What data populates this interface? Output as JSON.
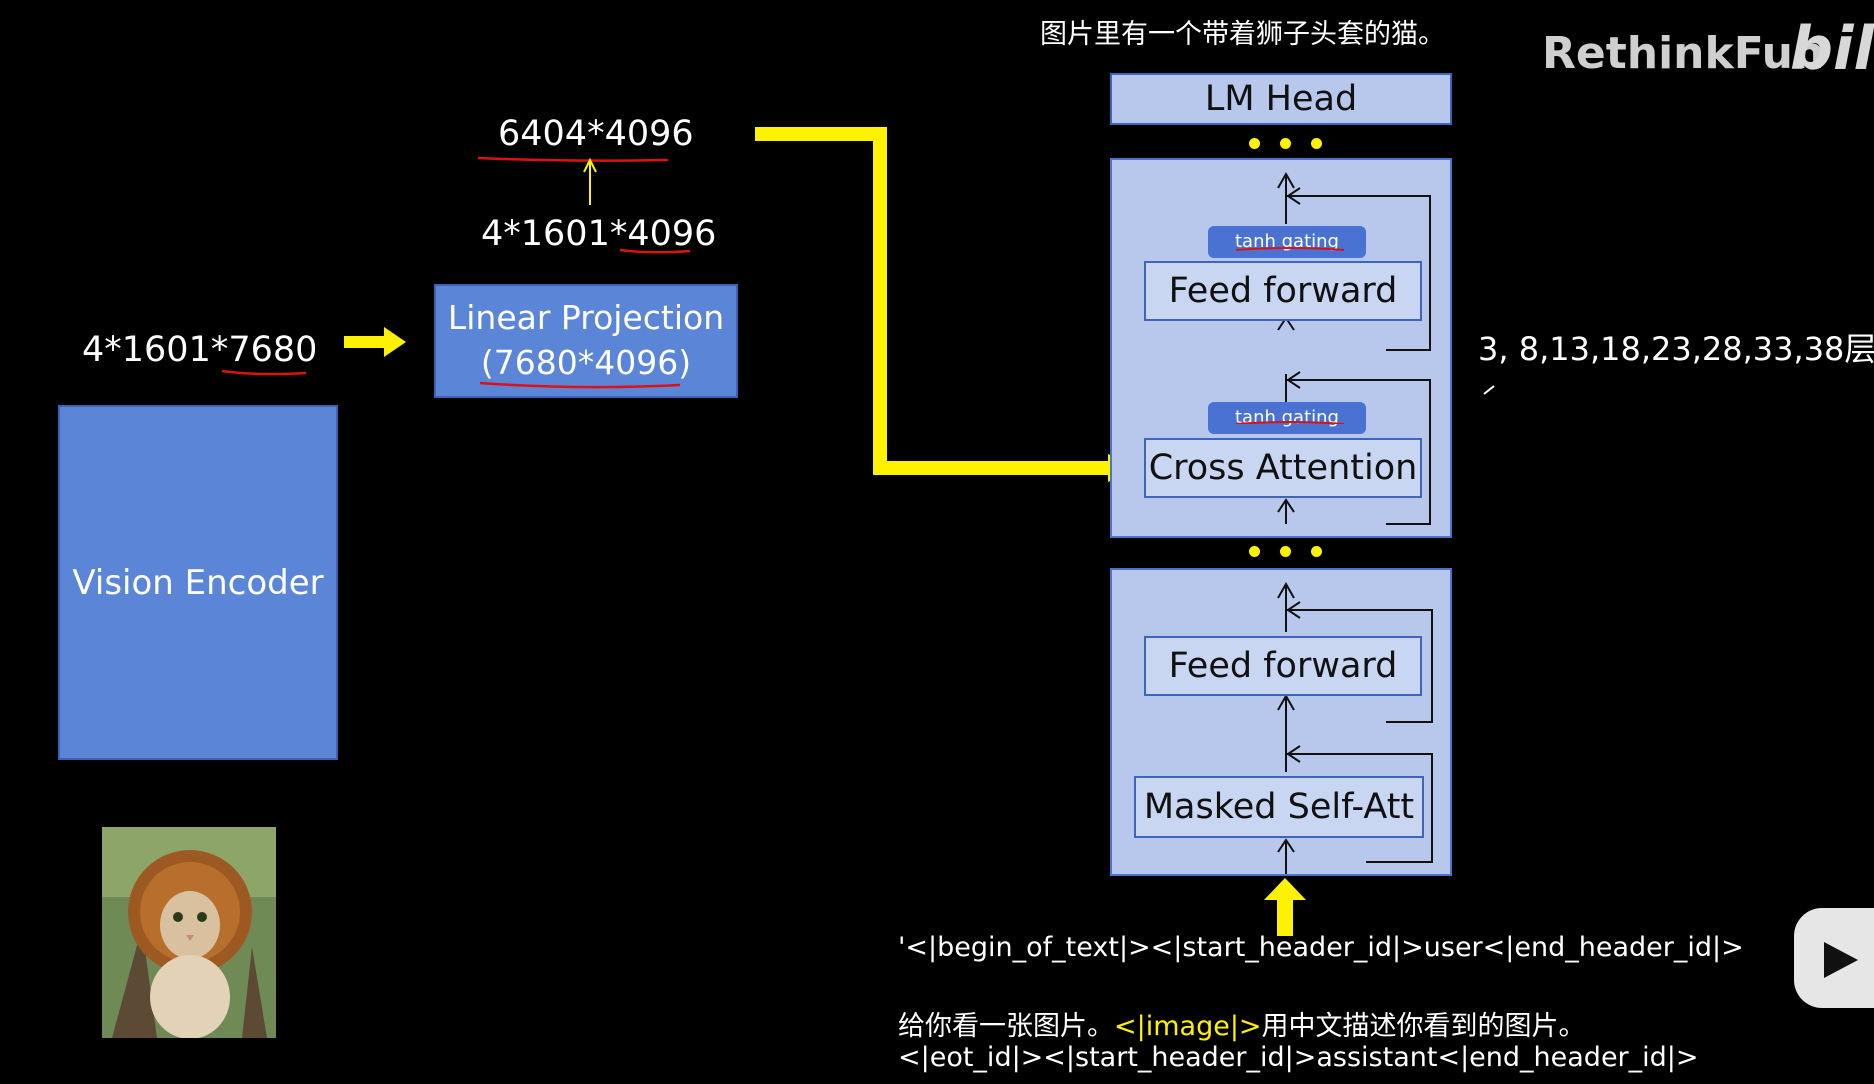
{
  "caption_top": "图片里有一个带着狮子头套的猫。",
  "watermark": {
    "brand": "RethinkFun",
    "logo_text": "bili"
  },
  "encoder": {
    "label": "Vision Encoder",
    "output_shape": "4*1601*7680"
  },
  "projection": {
    "line1": "Linear Projection",
    "line2": "(7680*4096)",
    "shape_before": "4*1601*4096",
    "shape_after": "6404*4096"
  },
  "decoder": {
    "lm_head": "LM Head",
    "cross_block": {
      "gate1": "tanh gating",
      "ffn": "Feed forward",
      "gate2": "tanh gating",
      "attn": "Cross Attention"
    },
    "self_block": {
      "ffn": "Feed forward",
      "attn": "Masked Self-Att"
    }
  },
  "layers_note": "3, 8,13,18,23,28,33,38层",
  "prompt": {
    "line1": "'<|begin_of_text|><|start_header_id|>user<|end_header_id|>",
    "line2_before": "给你看一张图片。",
    "line2_image": "<|image|>",
    "line2_after": "用中文描述你看到的图片。",
    "line3": "<|eot_id|><|start_header_id|>assistant<|end_header_id|>"
  },
  "colors": {
    "accent_yellow": "#fff200",
    "box_blue": "#5b85d6",
    "underline_red": "#d11"
  }
}
